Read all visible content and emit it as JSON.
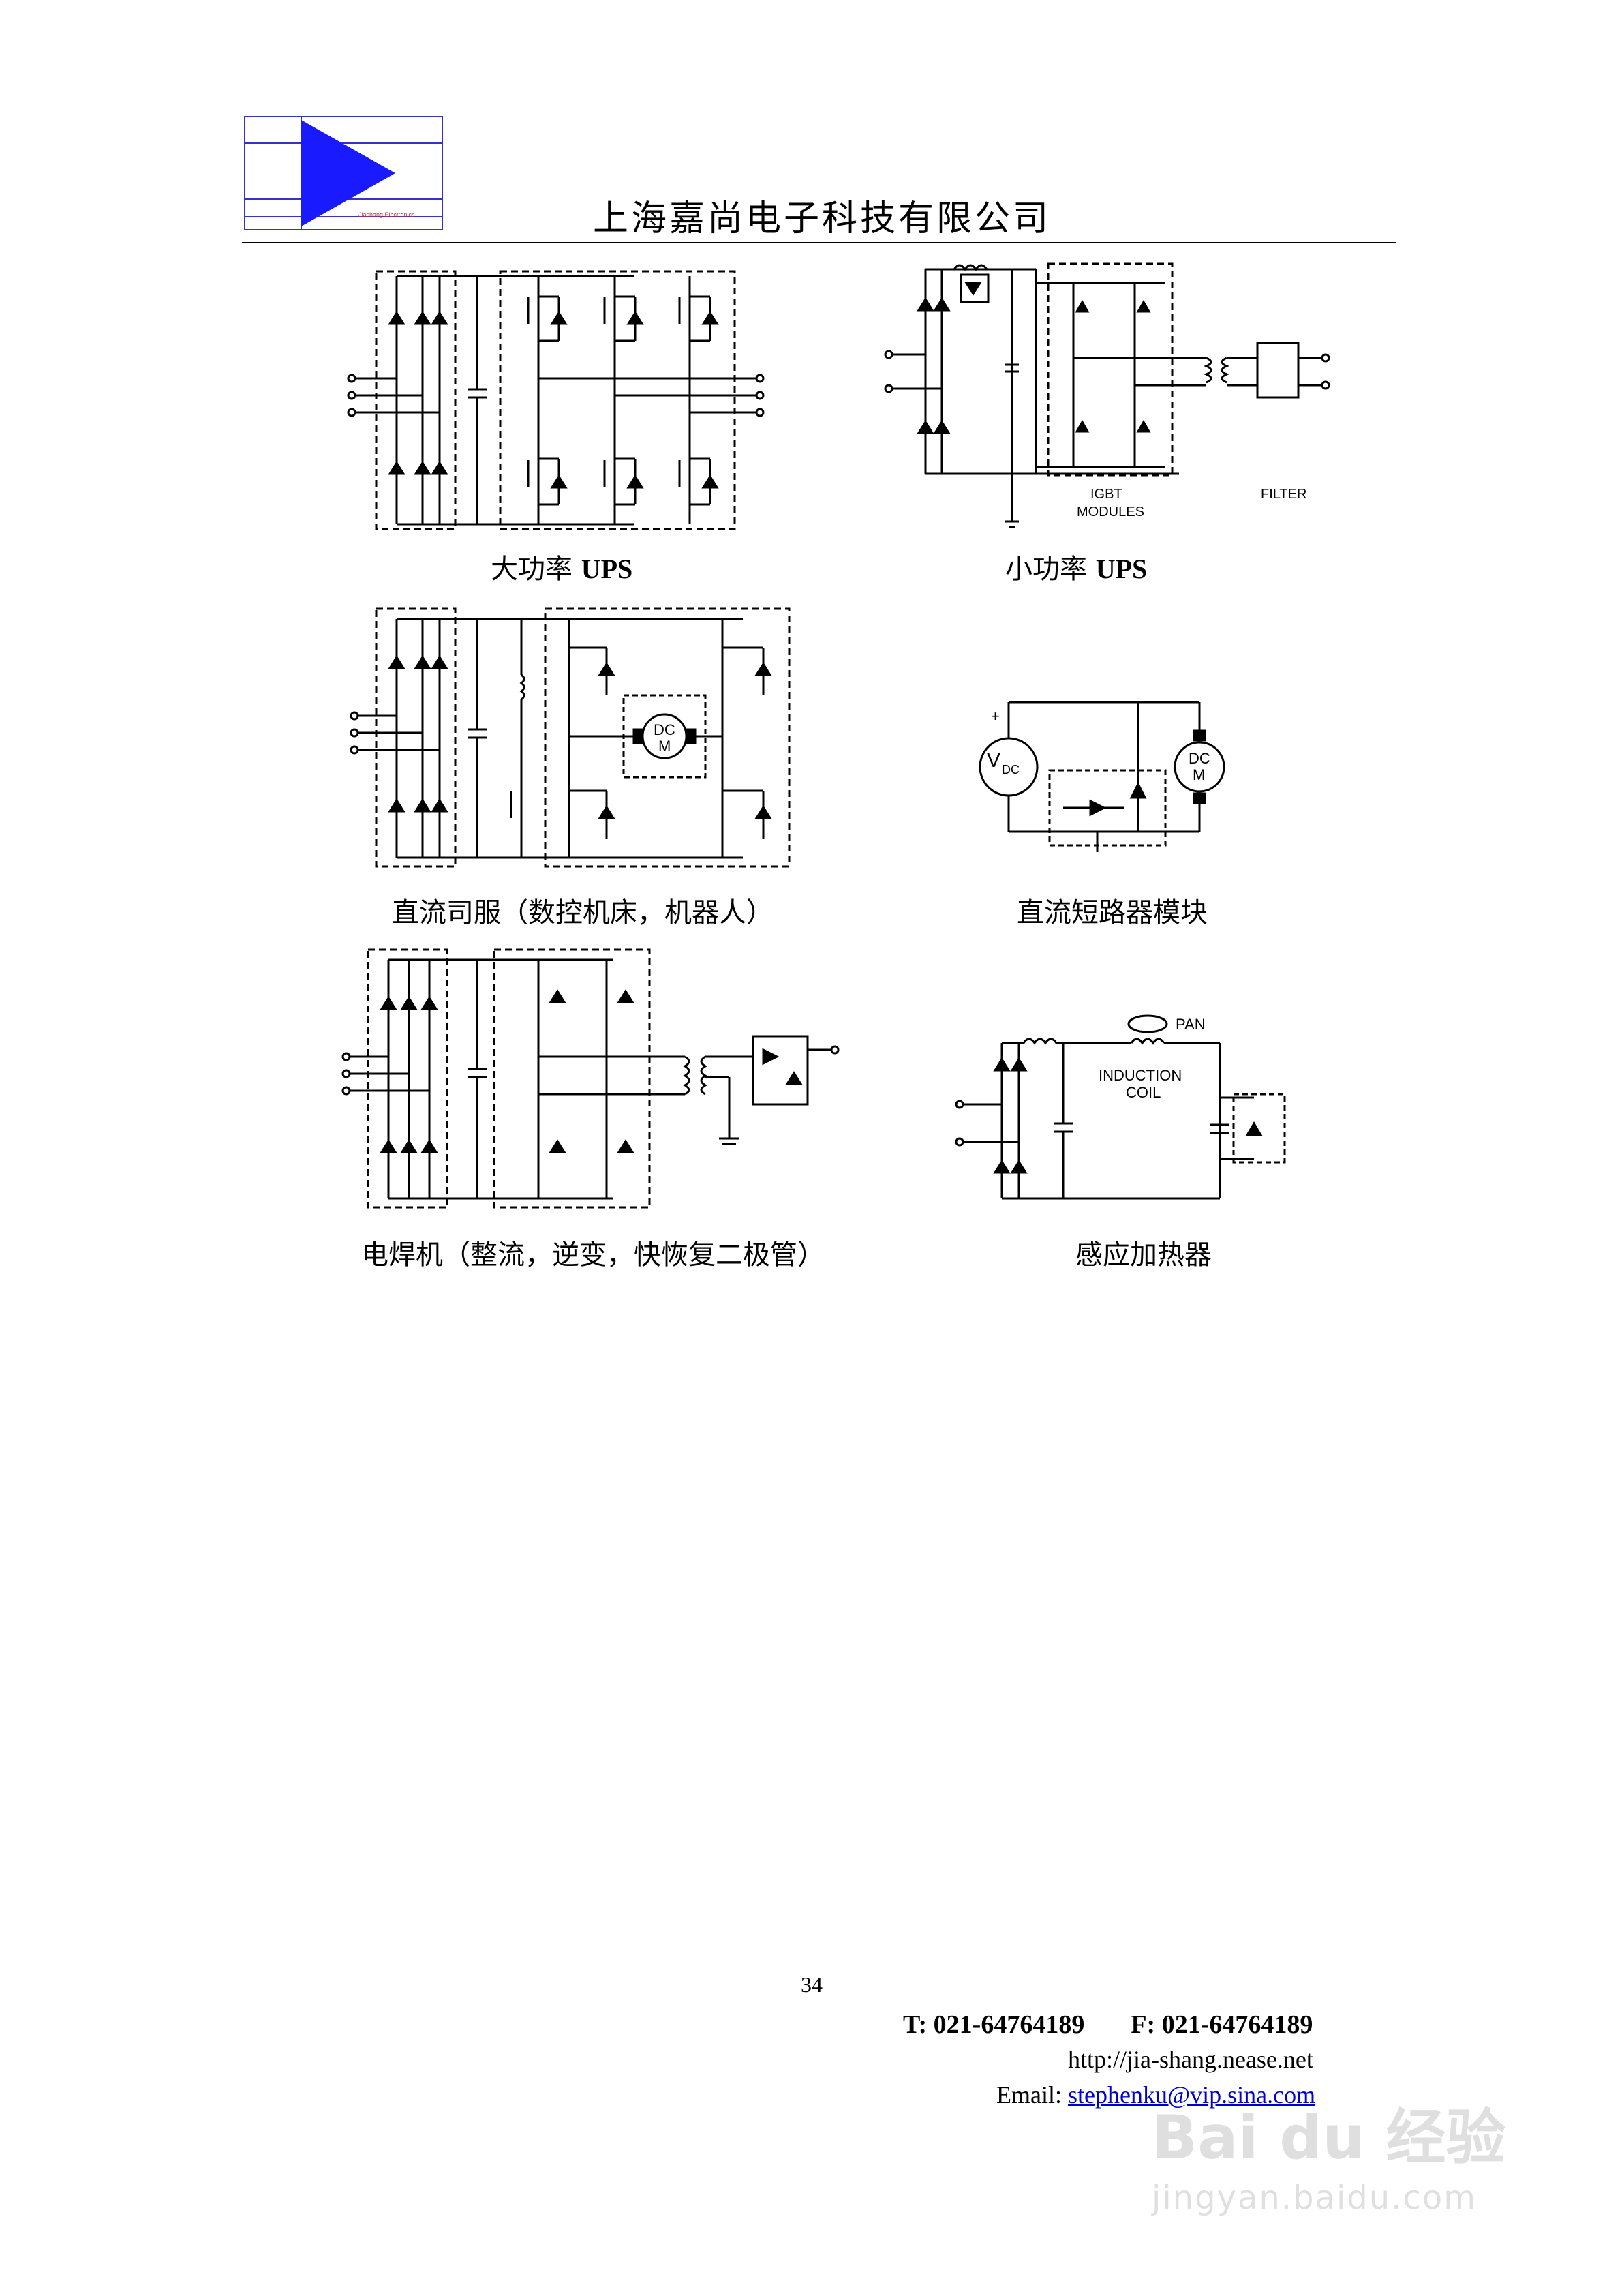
{
  "header": {
    "company_name": "上海嘉尚电子科技有限公司",
    "logo_caption": "Jiashang Electronics"
  },
  "diagrams": [
    {
      "id": "large-ups",
      "caption_cn": "大功率 ",
      "caption_bold": "UPS",
      "labels": []
    },
    {
      "id": "small-ups",
      "caption_cn": "小功率 ",
      "caption_bold": "UPS",
      "labels": [
        "IGBT",
        "MODULES",
        "FILTER"
      ]
    },
    {
      "id": "dc-servo",
      "caption_cn": "直流司服（数控机床，机器人）",
      "caption_bold": "",
      "labels": [
        "DC",
        "M"
      ]
    },
    {
      "id": "dc-chopper",
      "caption_cn": "直流短路器模块",
      "caption_bold": "",
      "labels": [
        "V",
        "DC",
        "+",
        "DC",
        "M"
      ]
    },
    {
      "id": "welder",
      "caption_cn": "电焊机（整流，逆变，快恢复二极管）",
      "caption_bold": "",
      "labels": []
    },
    {
      "id": "induction-heater",
      "caption_cn": "感应加热器",
      "caption_bold": "",
      "labels": [
        "PAN",
        "INDUCTION",
        "COIL"
      ]
    }
  ],
  "footer": {
    "page_number": "34",
    "tel": "T:  021-64764189",
    "fax": "F:  021-64764189",
    "url": "http://jia-shang.nease.net",
    "email_label": "Email: ",
    "email": "stephenku@vip.sina.com"
  },
  "watermark": {
    "line1": "Bai du 经验",
    "line2": "jingyan.baidu.com"
  },
  "colors": {
    "logo_blue": "#1a1aff",
    "logo_border": "#3333cc",
    "link": "#0000cc"
  }
}
